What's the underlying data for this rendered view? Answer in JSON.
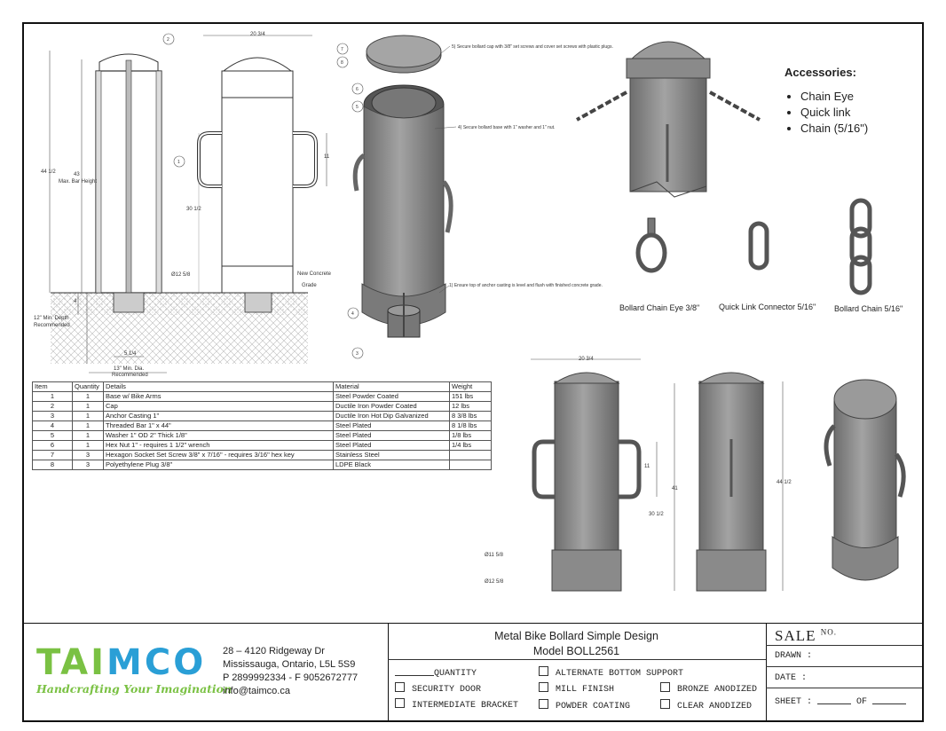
{
  "drawing": {
    "dims": {
      "width_top": "20 3/4",
      "overall_height": "44 1/2",
      "bar_height": "43",
      "bar_height_label": "Max. Bar Height",
      "arm_height": "11",
      "arm_mount_height": "30 1/2",
      "dia_body": "Ø12 5/8",
      "depth": "4",
      "min_depth": "12\" Min. Depth",
      "recommended": "Recommended",
      "anchor_width": "5 1/4",
      "min_dia": "13\" Min. Dia.",
      "right_41": "41",
      "dia_small": "Ø11 5/8",
      "dia_large": "Ø12 5/8"
    },
    "labels": {
      "new_concrete": "New Concrete",
      "grade": "Grade",
      "note5": "5) Secure bollard cap with 3/8\" set screws and cover set screws with plastic plugs.",
      "note4": "4) Secure bollard base with 1\" washer and 1\" nut.",
      "note1": "1) Ensure top of anchor casting is level and flush with finished concrete grade."
    },
    "balloons": [
      "1",
      "2",
      "3",
      "4",
      "5",
      "6",
      "7",
      "8"
    ],
    "captions": [
      "Bollard Chain Eye 3/8\"",
      "Quick Link Connector 5/16\"",
      "Bollard Chain 5/16\""
    ]
  },
  "bom": {
    "headers": [
      "Item",
      "Quantity",
      "Details",
      "Material",
      "Weight"
    ],
    "rows": [
      [
        "1",
        "1",
        "Base w/ Bike Arms",
        "Steel Powder Coated",
        "151 lbs"
      ],
      [
        "2",
        "1",
        "Cap",
        "Ductile Iron Powder Coated",
        "12 lbs"
      ],
      [
        "3",
        "1",
        "Anchor Casting 1\"",
        "Ductile Iron Hot Dip Galvanized",
        "8 3/8 lbs"
      ],
      [
        "4",
        "1",
        "Threaded Bar 1\" x 44\"",
        "Steel Plated",
        "8 1/8 lbs"
      ],
      [
        "5",
        "1",
        "Washer 1\" OD 2\" Thick 1/8\"",
        "Steel Plated",
        "1/8 lbs"
      ],
      [
        "6",
        "1",
        "Hex Nut 1\" - requires 1 1/2\" wrench",
        "Steel Plated",
        "1/4 lbs"
      ],
      [
        "7",
        "3",
        "Hexagon Socket Set Screw 3/8\" x 7/16\" - requires 3/16\" hex key",
        "Stainless Steel",
        ""
      ],
      [
        "8",
        "3",
        "Polyethylene Plug 3/8\"",
        "LDPE Black",
        ""
      ]
    ]
  },
  "accessories": {
    "title": "Accessories:",
    "items": [
      "Chain Eye",
      "Quick link",
      "Chain (5/16\")"
    ]
  },
  "titleblock": {
    "logo_word": "TAIMCO",
    "logo_tagline": "Handcrafting Your Imagination",
    "address": [
      "28 – 4120 Ridgeway Dr",
      "Mississauga, Ontario, L5L 5S9",
      "P 2899992334 - F 9052672777",
      "info@taimco.ca"
    ],
    "title_line1": "Metal Bike Bollard Simple Design",
    "title_line2": "Model BOLL2561",
    "quantity": "QUANTITY",
    "options": {
      "security_door": "SECURITY DOOR",
      "intermediate_bracket": "INTERMEDIATE BRACKET",
      "alt_bottom": "ALTERNATE BOTTOM SUPPORT",
      "mill_finish": "MILL FINISH",
      "powder_coating": "POWDER COATING",
      "bronze_anodized": "BRONZE ANODIZED",
      "clear_anodized": "CLEAR ANODIZED"
    },
    "sale": "SALE",
    "sale_no": "NO.",
    "drawn": "DRAWN :",
    "date": "DATE :",
    "sheet": "SHEET :",
    "of": "OF"
  },
  "colors": {
    "logo_green": "#7ac143",
    "logo_blue": "#2a9fd6",
    "metal": "#8f8f8f"
  }
}
